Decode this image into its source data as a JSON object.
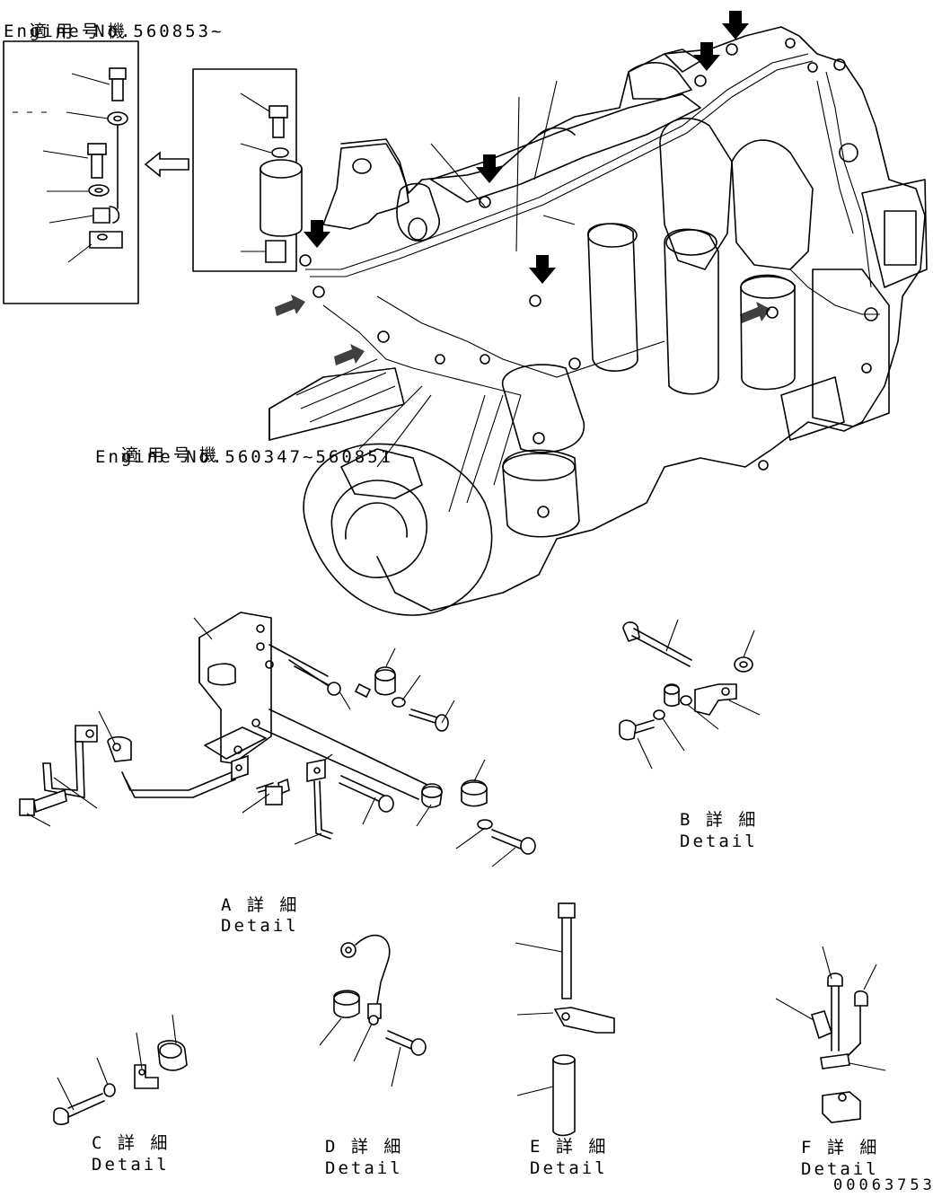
{
  "inset_top": {
    "jp": "適用号機",
    "engine": "Engine No.560853~"
  },
  "inset_mid": {
    "jp": "適用号機",
    "engine": "Engine No.560347~560851"
  },
  "details": {
    "A": {
      "jp": "A 詳 細",
      "en": "Detail"
    },
    "B": {
      "jp": "B 詳 細",
      "en": "Detail"
    },
    "C": {
      "jp": "C 詳 細",
      "en": "Detail"
    },
    "D": {
      "jp": "D 詳 細",
      "en": "Detail"
    },
    "E": {
      "jp": "E 詳 細",
      "en": "Detail"
    },
    "F": {
      "jp": "F 詳 細",
      "en": "Detail"
    }
  },
  "drawing_code": "00063753",
  "icons": [
    "black-down-arrow-icon",
    "hatched-arrow-icon",
    "hollow-left-arrow-icon"
  ]
}
